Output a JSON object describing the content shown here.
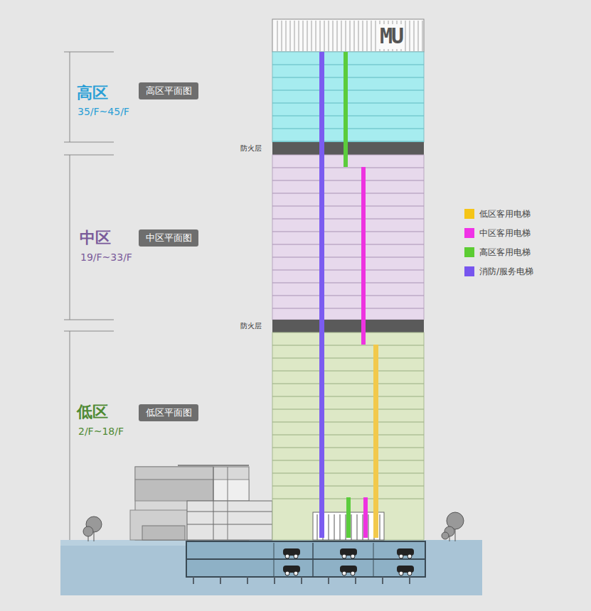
{
  "diagram": {
    "nodes": [
      {
        "text": [
          "高区平面图"
        ]
      },
      {
        "text": [
          "中区平面图"
        ]
      },
      {
        "text": [
          "低区平面图"
        ]
      }
    ],
    "labels": [
      "MU",
      "高区",
      "35/F~45/F",
      "防火层",
      "中区",
      "19/F~33/F",
      "防火层",
      "低区",
      "2/F~18/F"
    ],
    "legend": [
      {
        "text": "低区客用电梯",
        "color": "#f5c518"
      },
      {
        "text": "中区客用电梯",
        "color": "#f032e6"
      },
      {
        "text": "高区客用电梯",
        "color": "#5ccc33"
      },
      {
        "text": "消防/服务电梯",
        "color": "#7755ee"
      }
    ]
  }
}
